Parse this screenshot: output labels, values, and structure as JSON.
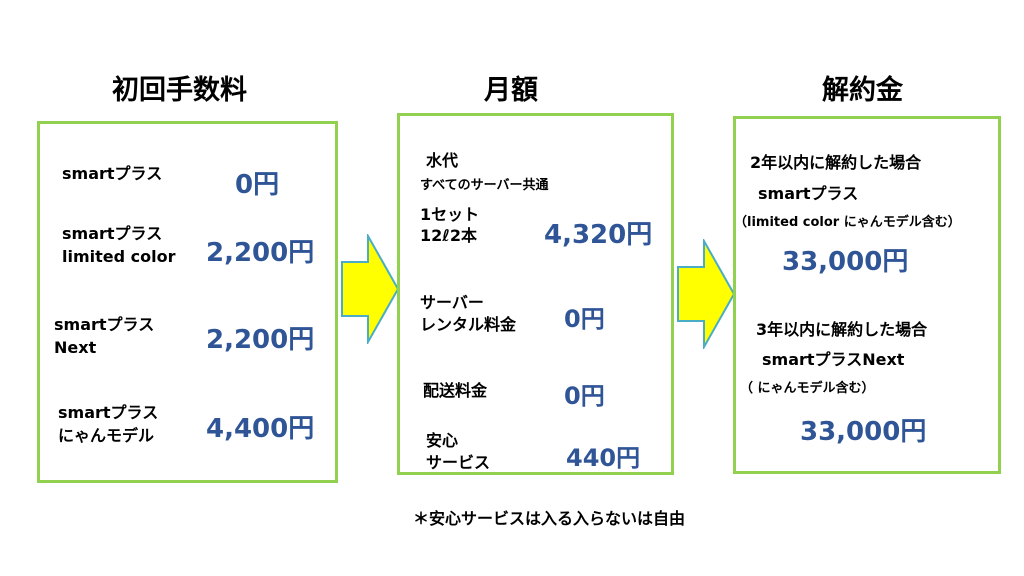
{
  "headings": {
    "initial": "初回手数料",
    "monthly": "月額",
    "cancel": "解約金"
  },
  "initial": {
    "items": [
      {
        "label1": "smartプラス",
        "label2": "",
        "price": "0円"
      },
      {
        "label1": "smartプラス",
        "label2": "limited color",
        "price": "2,200円"
      },
      {
        "label1": "smartプラス",
        "label2": "Next",
        "price": "2,200円"
      },
      {
        "label1": "smartプラス",
        "label2": "にゃんモデル",
        "price": "4,400円"
      }
    ]
  },
  "monthly": {
    "water_label": "水代",
    "water_note": "すべてのサーバー共通",
    "set_label1": "1セット",
    "set_label2": "12ℓ2本",
    "set_price": "4,320円",
    "rental_label1": "サーバー",
    "rental_label2": "レンタル料金",
    "rental_price": "0円",
    "delivery_label": "配送料金",
    "delivery_price": "0円",
    "safety_label1": "安心",
    "safety_label2": "サービス",
    "safety_price": "440円"
  },
  "cancel": {
    "cond1": "2年以内に解約した場合",
    "model1": "smartプラス",
    "note1": "（limited color にゃんモデル含む）",
    "price1": "33,000円",
    "cond2": "3年以内に解約した場合",
    "model2": "smartプラスNext",
    "note2": "（ にゃんモデル含む）",
    "price2": "33,000円"
  },
  "footnote": "＊安心サービスは入る入らないは自由",
  "colors": {
    "box_border": "#92d050",
    "price": "#2f5597",
    "arrow_fill": "#ffff00",
    "arrow_stroke": "#4bacc6"
  }
}
